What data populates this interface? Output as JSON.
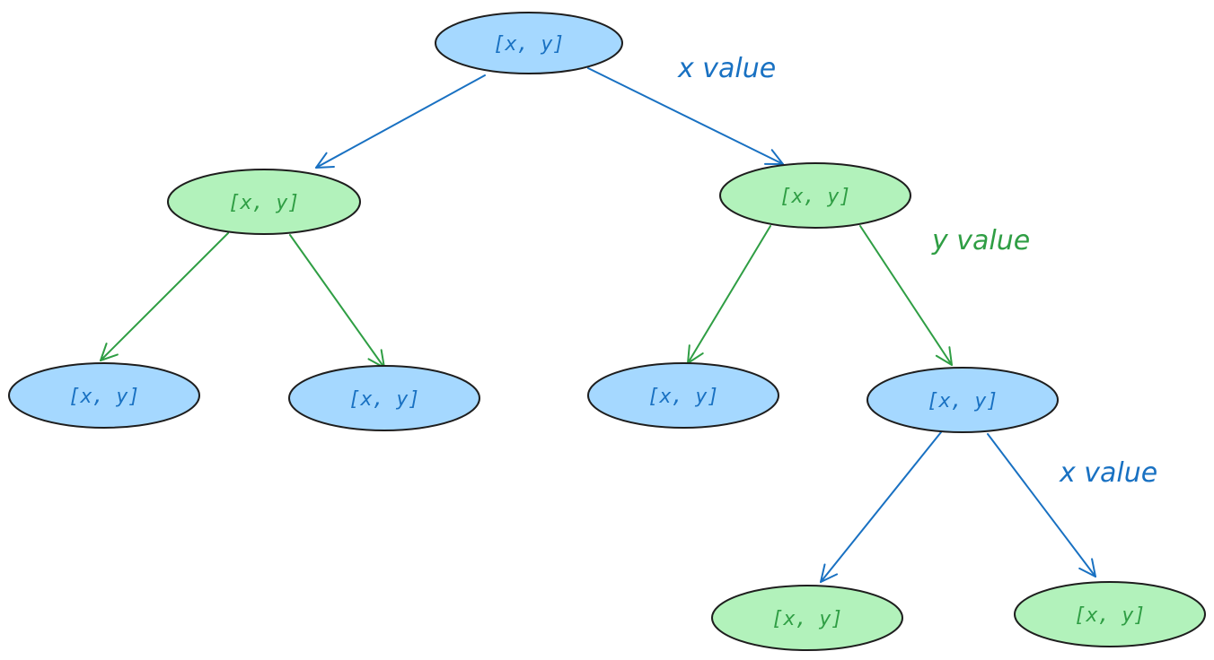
{
  "colors": {
    "blue_fill": "#a5d8ff",
    "blue_stroke": "#1971c2",
    "green_fill": "#b2f2bb",
    "green_stroke": "#2f9e44"
  },
  "nodes": [
    {
      "label": "[x, y]",
      "color": "blue"
    },
    {
      "label": "[x, y]",
      "color": "green"
    },
    {
      "label": "[x, y]",
      "color": "green"
    },
    {
      "label": "[x, y]",
      "color": "blue"
    },
    {
      "label": "[x, y]",
      "color": "blue"
    },
    {
      "label": "[x, y]",
      "color": "blue"
    },
    {
      "label": "[x, y]",
      "color": "blue"
    },
    {
      "label": "[x, y]",
      "color": "green"
    },
    {
      "label": "[x, y]",
      "color": "green"
    }
  ],
  "edges": [
    {
      "from": 0,
      "to": 1,
      "color": "blue"
    },
    {
      "from": 0,
      "to": 2,
      "color": "blue"
    },
    {
      "from": 1,
      "to": 3,
      "color": "green"
    },
    {
      "from": 1,
      "to": 4,
      "color": "green"
    },
    {
      "from": 2,
      "to": 5,
      "color": "green"
    },
    {
      "from": 2,
      "to": 6,
      "color": "green"
    },
    {
      "from": 6,
      "to": 7,
      "color": "blue"
    },
    {
      "from": 6,
      "to": 8,
      "color": "blue"
    }
  ],
  "labels": [
    {
      "text": "x value",
      "color": "blue"
    },
    {
      "text": "y value",
      "color": "green"
    },
    {
      "text": "x value",
      "color": "blue"
    }
  ]
}
